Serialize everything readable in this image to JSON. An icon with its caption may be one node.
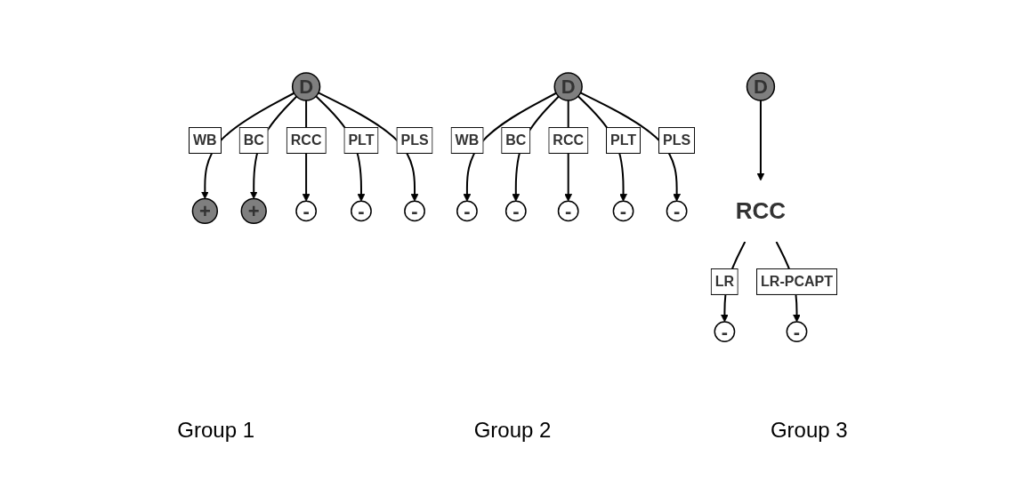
{
  "diagram": {
    "nodes": [
      {
        "text": [
          "D"
        ]
      },
      {
        "text": [
          "+"
        ]
      },
      {
        "text": [
          "+"
        ]
      },
      {
        "text": [
          "-"
        ]
      },
      {
        "text": [
          "-"
        ]
      },
      {
        "text": [
          "-"
        ]
      },
      {
        "text": [
          "D"
        ]
      },
      {
        "text": [
          "-"
        ]
      },
      {
        "text": [
          "-"
        ]
      },
      {
        "text": [
          "-"
        ]
      },
      {
        "text": [
          "-"
        ]
      },
      {
        "text": [
          "-"
        ]
      },
      {
        "text": [
          "D"
        ]
      },
      {
        "text": [
          "RCC"
        ]
      },
      {
        "text": [
          "-"
        ]
      },
      {
        "text": [
          "-"
        ]
      }
    ],
    "edges": [
      {
        "from": 0,
        "to": 1,
        "arrow": "to",
        "label": "WB"
      },
      {
        "from": 0,
        "to": 2,
        "arrow": "to",
        "label": "BC"
      },
      {
        "from": 0,
        "to": 3,
        "arrow": "to",
        "label": "RCC"
      },
      {
        "from": 0,
        "to": 4,
        "arrow": "to",
        "label": "PLT"
      },
      {
        "from": 0,
        "to": 5,
        "arrow": "to",
        "label": "PLS"
      },
      {
        "from": 6,
        "to": 7,
        "arrow": "to",
        "label": "WB"
      },
      {
        "from": 6,
        "to": 8,
        "arrow": "to",
        "label": "BC"
      },
      {
        "from": 6,
        "to": 9,
        "arrow": "to",
        "label": "RCC"
      },
      {
        "from": 6,
        "to": 10,
        "arrow": "to",
        "label": "PLT"
      },
      {
        "from": 6,
        "to": 11,
        "arrow": "to",
        "label": "PLS"
      },
      {
        "from": 12,
        "to": 13,
        "arrow": "to"
      },
      {
        "from": 13,
        "to": 14,
        "arrow": "to",
        "label": "LR"
      },
      {
        "from": 13,
        "to": 15,
        "arrow": "to",
        "label": "LR-PCAPT"
      }
    ],
    "labels": [
      "Group 1",
      "Group 2",
      "Group 3"
    ]
  }
}
